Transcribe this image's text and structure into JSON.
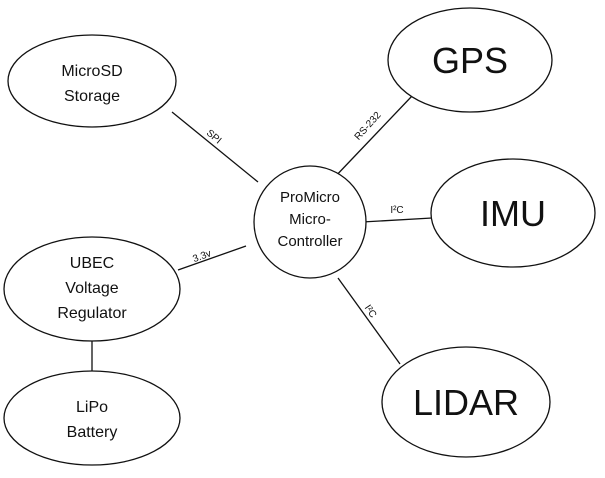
{
  "nodes": {
    "microsd": [
      "MicroSD",
      "Storage"
    ],
    "gps": [
      "GPS"
    ],
    "mcu": [
      "ProMicro",
      "Micro-",
      "Controller"
    ],
    "imu": [
      "IMU"
    ],
    "ubec": [
      "UBEC",
      "Voltage",
      "Regulator"
    ],
    "lidar": [
      "LIDAR"
    ],
    "lipo": [
      "LiPo",
      "Battery"
    ]
  },
  "edges": {
    "spi": "SPI",
    "rs232": "RS-232",
    "i2c_imu": "I²C",
    "volt": "3.3v",
    "i2c_lidar": "I²C"
  }
}
